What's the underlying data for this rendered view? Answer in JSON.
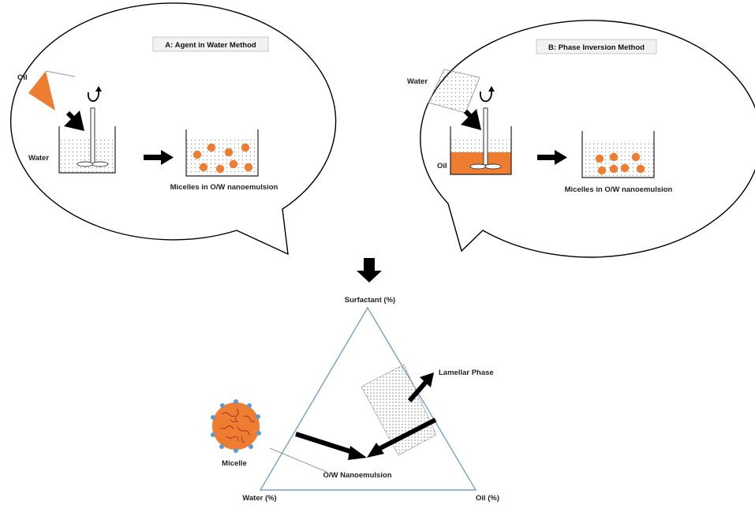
{
  "panel_a": {
    "title": "A: Agent in Water Method",
    "added_label": "Oil",
    "base_label": "Water",
    "result_label": "Micelles in O/W nanoemulsion"
  },
  "panel_b": {
    "title": "B: Phase Inversion Method",
    "added_label": "Water",
    "base_label": "Oil",
    "result_label": "Micelles in O/W nanoemulsion"
  },
  "ternary": {
    "top_label": "Surfactant (%)",
    "left_label": "Water (%)",
    "right_label": "Oil (%)",
    "lamellar_label": "Lamellar Phase",
    "nanoemulsion_label": "O/W Nanoemulsion",
    "micelle_label": "Micelle"
  },
  "colors": {
    "oil": "#ee7d31",
    "surfactant_head": "#5b9bd5",
    "triangle": "#7a9fc4",
    "arrow": "#000000"
  }
}
